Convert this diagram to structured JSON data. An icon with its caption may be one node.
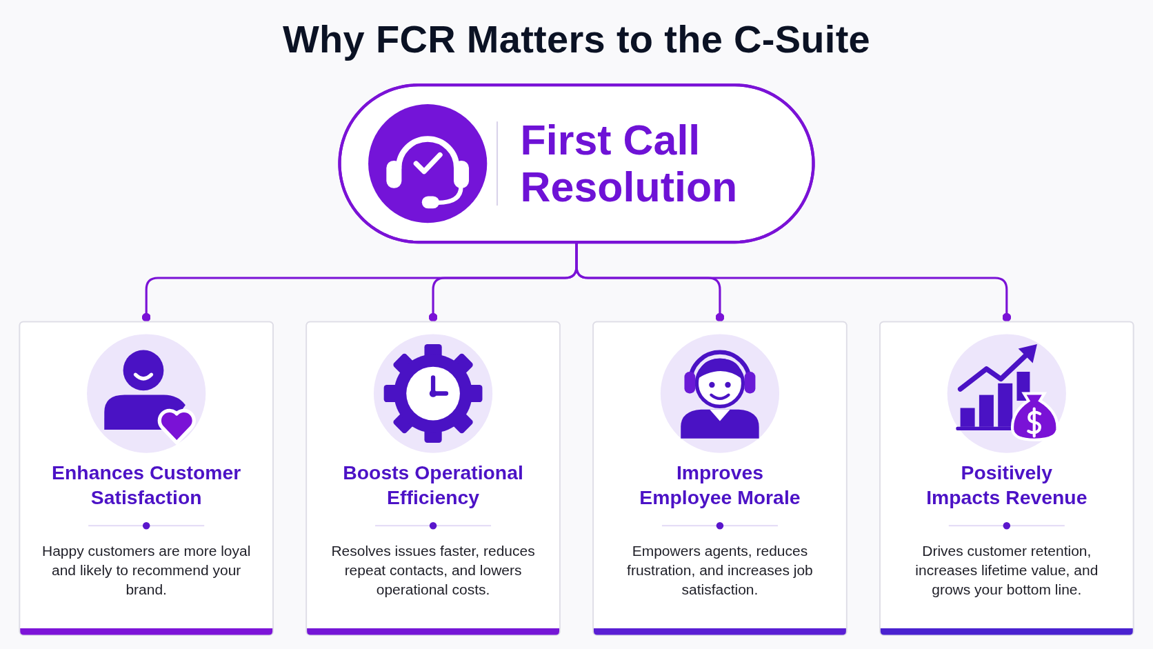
{
  "diagram": {
    "title": "Why FCR Matters to the C-Suite",
    "nodes": [
      {
        "text": [
          "First Call Resolution"
        ]
      },
      {
        "text": [
          "Enhances Customer Satisfaction",
          "Happy customers are more loyal and likely to recommend your brand."
        ]
      },
      {
        "text": [
          "Boosts Operational Efficiency",
          "Resolves issues faster, reduces repeat contacts, and lowers operational costs."
        ]
      },
      {
        "text": [
          "Improves Employee Morale",
          "Empowers agents, reduces frustration, and increases job satisfaction."
        ]
      },
      {
        "text": [
          "Positively Impacts Revenue",
          "Drives customer retention, increases lifetime value, and grows your bottom line."
        ]
      }
    ],
    "edges": [
      {
        "from": 0,
        "to": 1,
        "arrow": "other"
      },
      {
        "from": 0,
        "to": 2,
        "arrow": "other"
      },
      {
        "from": 0,
        "to": 3,
        "arrow": "other"
      },
      {
        "from": 0,
        "to": 4,
        "arrow": "other"
      }
    ]
  }
}
